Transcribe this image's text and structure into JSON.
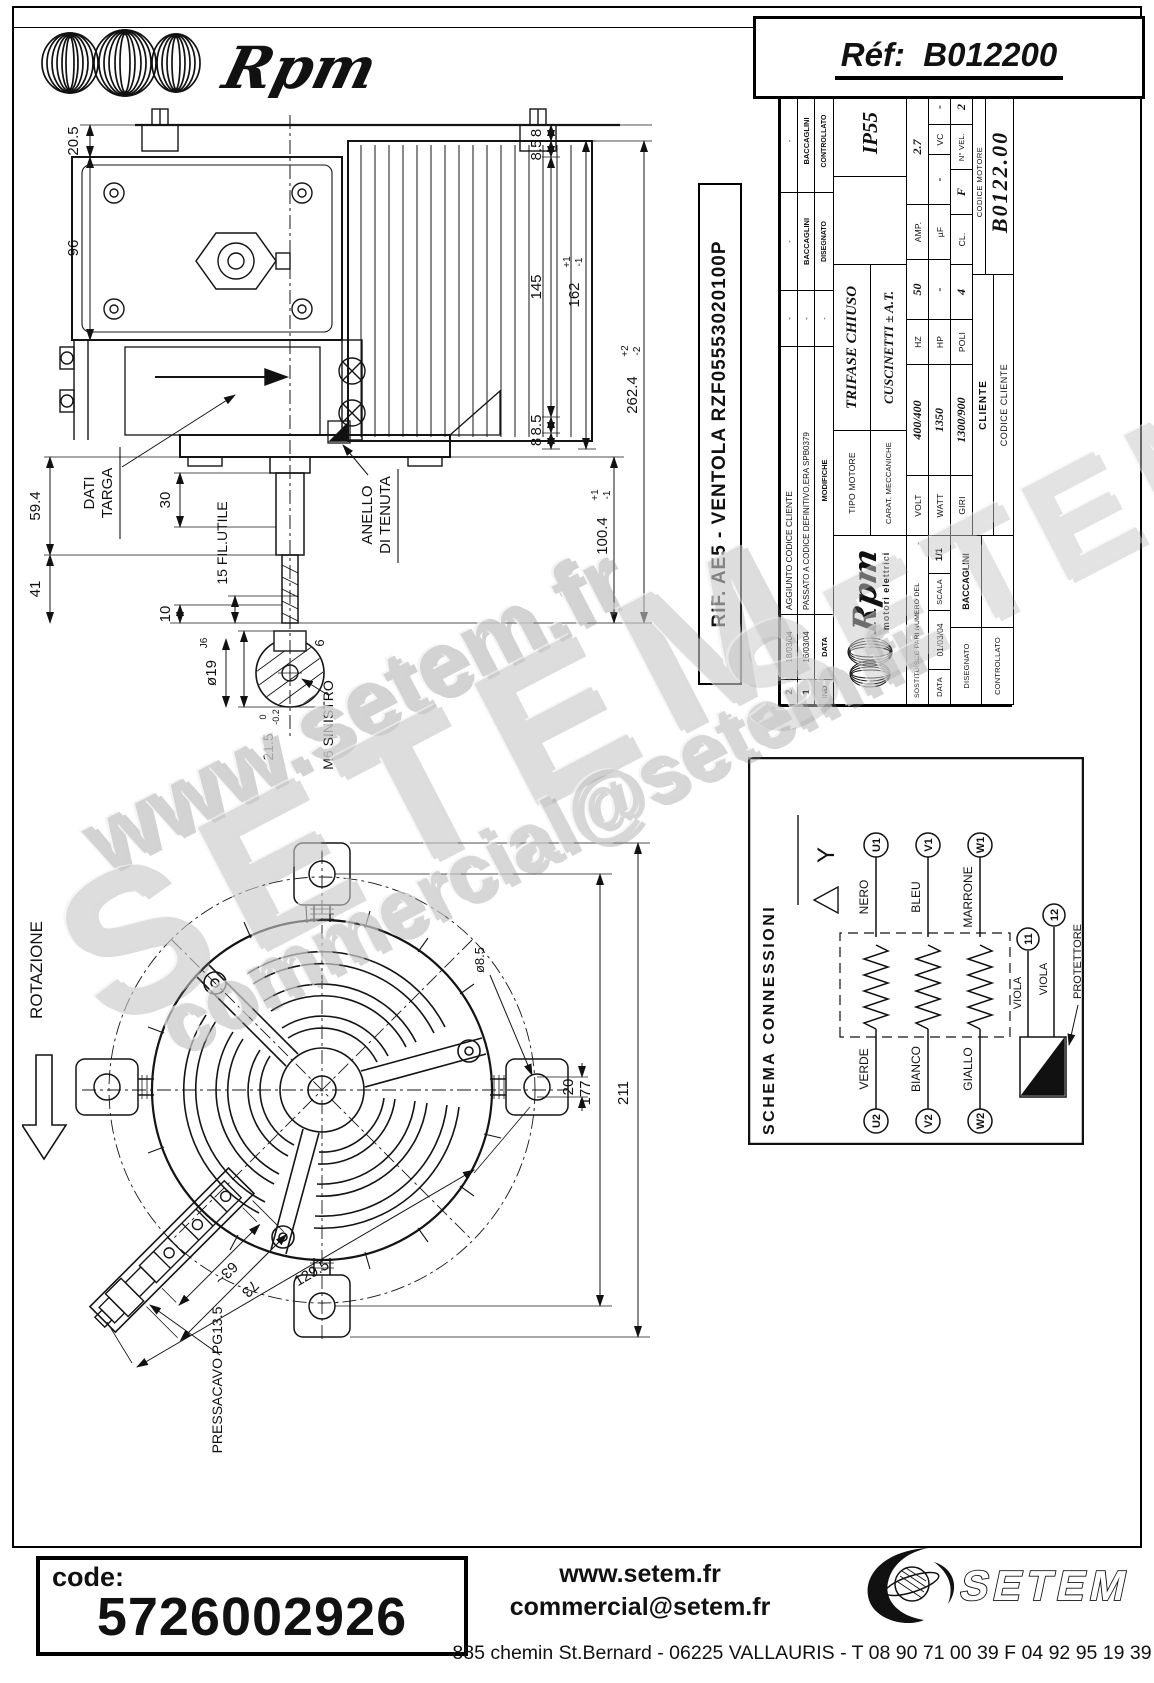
{
  "header": {
    "brand": "Rpm",
    "ref_label": "Réf:",
    "ref_value": "B012200"
  },
  "watermark": {
    "line1": "www.setem.fr",
    "line2": "SETEM",
    "line3": "commercial@setem.fr"
  },
  "side_view": {
    "d8a": "8",
    "d85a": "8.5",
    "d145": "145",
    "d162": "162",
    "d162p": "+1",
    "d162m": "-1",
    "d2624": "262.4",
    "d2624p": "+2",
    "d2624m": "-2",
    "d85b": "8.5",
    "d8b": "8",
    "d1004": "100.4",
    "d1004p": "+1",
    "d1004m": "-1",
    "d205": "20.5",
    "d96": "96",
    "d594": "59.4",
    "d41": "41",
    "d30": "30",
    "d15": "15 FIL.UTILE",
    "d10": "10",
    "dati1": "DATI",
    "dati2": "TARGA",
    "anello1": "ANELLO",
    "anello2": "DI TENUTA",
    "d19": "ø19",
    "j6": "J6",
    "d6": "6",
    "d215": "21.5",
    "d215t0": "0",
    "d215tm": "-0.2",
    "m6": "M6 SINISTRO"
  },
  "fan_view": {
    "rotazione": "ROTAZIONE",
    "d177": "177",
    "d211": "211",
    "d20": "20",
    "d85": "ø8.5",
    "d73": "73",
    "d63": "63~",
    "d1295": "129.5",
    "pressacavo": "PRESSACAVO PG13.5"
  },
  "schema": {
    "title": "SCHEMA CONNESSIONI",
    "y": "Y",
    "u1": "U1",
    "v1": "V1",
    "w1": "W1",
    "u2": "U2",
    "v2": "V2",
    "w2": "W2",
    "nero": "NERO",
    "bleu": "BLEU",
    "marrone": "MARRONE",
    "verde": "VERDE",
    "bianco": "BIANCO",
    "giallo": "GIALLO",
    "viola1": "VIOLA",
    "viola2": "VIOLA",
    "t11": "11",
    "t12": "12",
    "protettore": "PROTETTORE"
  },
  "titleblock": {
    "rif": "RIF. AE5 - VENTOLA RZF05553020100P",
    "rev": [
      {
        "ind": "2",
        "date": "18/03/04",
        "note": "AGGIUNTO CODICE CLIENTE",
        "s1": "-",
        "s2": "-",
        "s3": "-"
      },
      {
        "ind": "1",
        "date": "16/03/04",
        "note": "PASSATO A CODICE DEFINITIVO,ERA SPB0379",
        "s1": "-",
        "s2": "BACCAGLINI",
        "s3": "BACCAGLINI"
      },
      {
        "ind": "IND",
        "date": "DATA",
        "note": "MODIFICHE",
        "s1": "-",
        "s2": "DISEGNATO",
        "s3": "CONTROLLATO"
      }
    ],
    "ip": "IP55",
    "tipo_label": "TIPO MOTORE",
    "tipo": "TRIFASE CHIUSO",
    "carat_label": "CARAT. MECCANICHE",
    "carat": "CUSCINETTI ± A.T.",
    "volt_label": "VOLT",
    "volt": "400/400",
    "hz_label": "HZ",
    "hz": "50",
    "amp_label": "AMP.",
    "amp": "2.7",
    "watt_label": "WATT",
    "watt": "1350",
    "hp_label": "HP",
    "hp": "-",
    "uf_label": "µF",
    "uf": "-",
    "vc_label": "VC",
    "vc": "-",
    "giri_label": "GIRI",
    "giri": "1300/900",
    "poli_label": "POLI",
    "poli": "4",
    "cl_label": "CL.",
    "cl": "F",
    "nvel_label": "N° VEL.",
    "nvel": "2",
    "cliente_label": "CLIENTE",
    "codice_cliente_label": "CODICE CLIENTE",
    "codice_motore_label": "CODICE MOTORE",
    "codice_motore": "B0122.00",
    "logo_brand": "Rpm",
    "logo_sub": "motori elettrici",
    "sost_label": "SOSTITUISCE PARI NUMERO DEL",
    "sost": "-",
    "data_label": "DATA",
    "data": "01/03/04",
    "scala_label": "SCALA",
    "scala": "1/1",
    "disegnato_label": "DISEGNATO",
    "disegnato": "BACCAGLINI",
    "controllato_label": "CONTROLLATO",
    "controllato": ""
  },
  "footer": {
    "code_label": "code:",
    "code": "5726002926",
    "site": "www.setem.fr",
    "email": "commercial@setem.fr",
    "address": "885 chemin St.Bernard  -  06225 VALLAURIS  -  T 08 90 71 00 39   F 04 92 95 19 39",
    "logo": "SETEM"
  }
}
